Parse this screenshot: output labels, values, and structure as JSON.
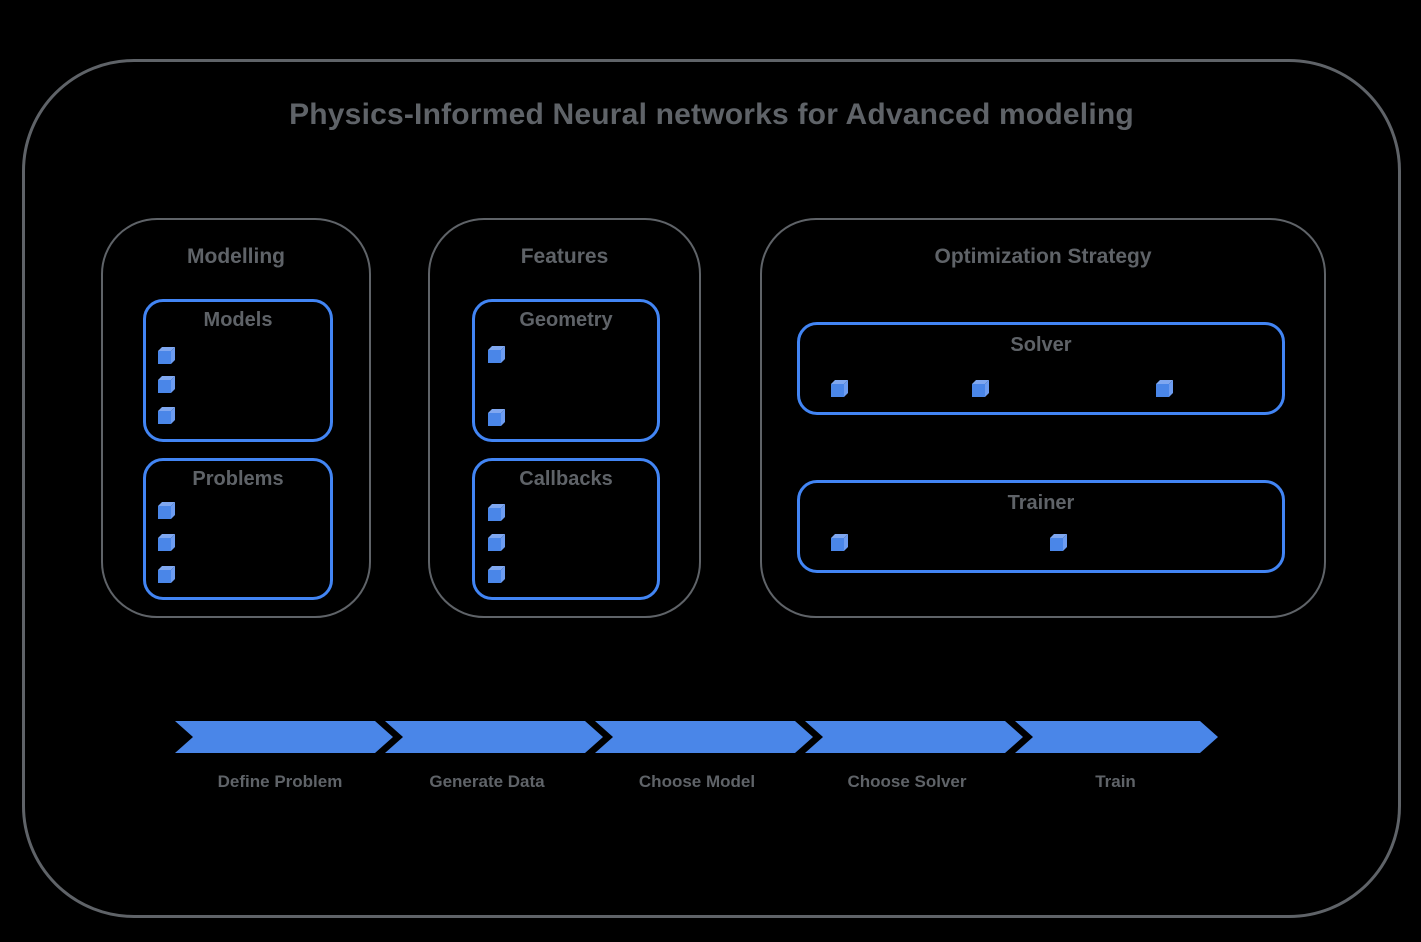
{
  "title": "Physics-Informed Neural networks for Advanced modeling",
  "colors": {
    "background": "#000000",
    "outline_gray": "#5f6368",
    "text_gray": "#5f6368",
    "card_border_blue": "#4285f4",
    "arrow_blue": "#4a86e8",
    "cube_blue": "#4a86e8"
  },
  "groups": [
    {
      "label": "Modelling",
      "cards": [
        {
          "label": "Models",
          "bullet_count": 3
        },
        {
          "label": "Problems",
          "bullet_count": 3
        }
      ]
    },
    {
      "label": "Features",
      "cards": [
        {
          "label": "Geometry",
          "bullet_count": 2
        },
        {
          "label": "Callbacks",
          "bullet_count": 3
        }
      ]
    },
    {
      "label": "Optimization Strategy",
      "cards": [
        {
          "label": "Solver",
          "bullet_count": 3
        },
        {
          "label": "Trainer",
          "bullet_count": 2
        }
      ]
    }
  ],
  "workflow": {
    "steps": [
      {
        "label": "Define Problem"
      },
      {
        "label": "Generate Data"
      },
      {
        "label": "Choose Model"
      },
      {
        "label": "Choose Solver"
      },
      {
        "label": "Train"
      }
    ]
  }
}
